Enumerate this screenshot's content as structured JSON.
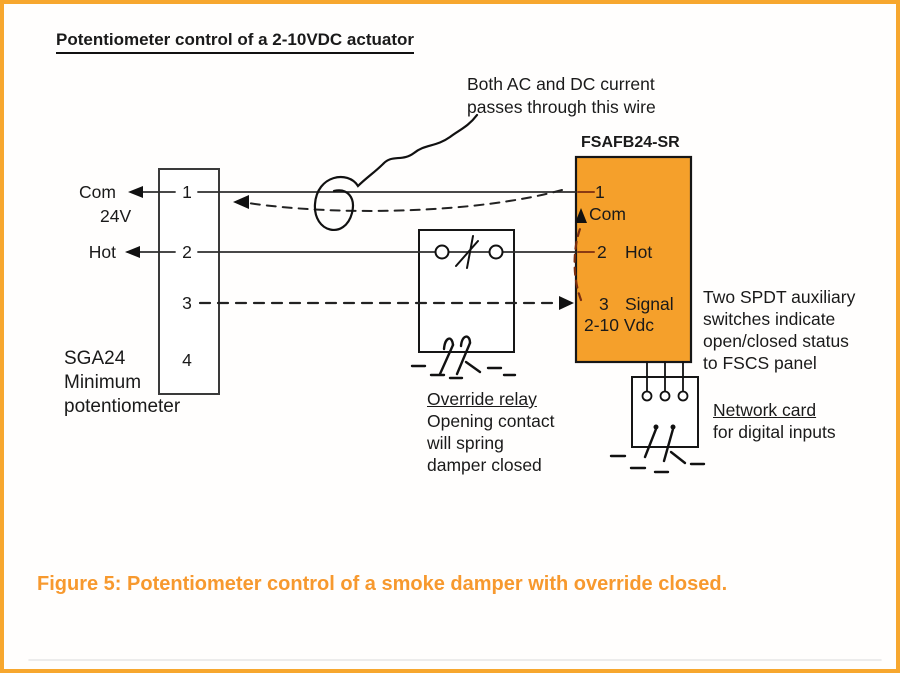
{
  "title": "Potentiometer control of a 2-10VDC actuator",
  "wire_note": {
    "line1": "Both AC and DC current",
    "line2": "passes through this wire"
  },
  "actuator": {
    "name": "FSAFB24-SR",
    "fill_color": "#F5A02B",
    "terminal1_num": "1",
    "terminal1_label": "Com",
    "terminal2_num": "2",
    "terminal2_label": "Hot",
    "terminal3_num": "3",
    "terminal3_label": "Signal",
    "signal_range": "2-10 Vdc"
  },
  "potentiometer": {
    "terminal1": "1",
    "terminal2": "2",
    "terminal3": "3",
    "terminal4": "4",
    "com_label": "Com",
    "supply_label": "24V",
    "hot_label": "Hot",
    "name_line1": "SGA24",
    "name_line2": "Minimum",
    "name_line3": "potentiometer"
  },
  "override_relay_note": {
    "title": "Override relay",
    "line1": "Opening contact",
    "line2": "will spring",
    "line3": "damper closed"
  },
  "aux_switch_note": {
    "line1": "Two SPDT auxiliary",
    "line2": "switches indicate",
    "line3": "open/closed status",
    "line4": "to FSCS panel"
  },
  "network_card_note": {
    "title": "Network card",
    "line": "for digital inputs"
  },
  "figure_caption": "Figure 5: Potentiometer control of a smoke damper with override closed.",
  "colors": {
    "page_border": "#F7A72E",
    "caption_orange": "#F7992E",
    "actuator_orange": "#F5A02B",
    "internal_dash_red": "#7a2e10"
  }
}
